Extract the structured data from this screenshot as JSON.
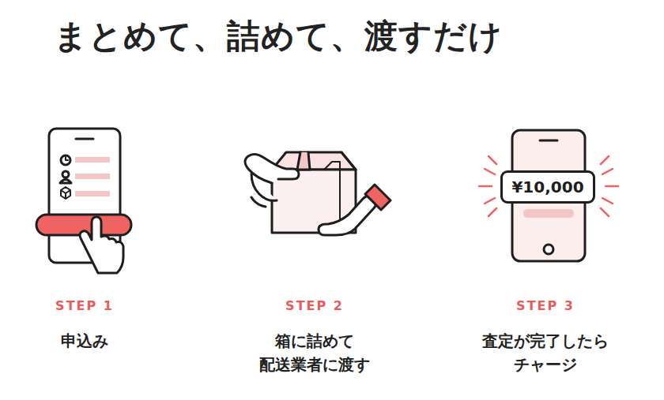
{
  "diagram": {
    "title": "まとめて、詰めて、渡すだけ",
    "nodes": [
      {
        "text": [
          "¥10,000"
        ]
      }
    ],
    "labels": [
      "STEP 1",
      "申込み",
      "STEP 2",
      "箱に詰めて 配送業者に渡す",
      "STEP 3",
      "査定が完了したら チャージ"
    ]
  }
}
